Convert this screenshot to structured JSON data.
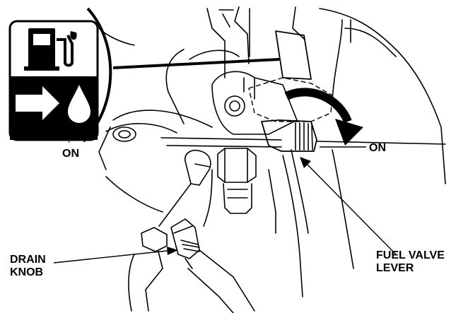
{
  "labels": {
    "on_icon": "ON",
    "on_lever": "ON",
    "drain_knob": [
      "DRAIN",
      "KNOB"
    ],
    "fuel_valve_lever": [
      "FUEL VALVE",
      "LEVER"
    ]
  },
  "icons": {
    "top": "fuel-pump-icon",
    "bottom": "arrow-to-fuel-drop-icon"
  },
  "colors": {
    "ink": "#000000",
    "paper": "#ffffff"
  }
}
